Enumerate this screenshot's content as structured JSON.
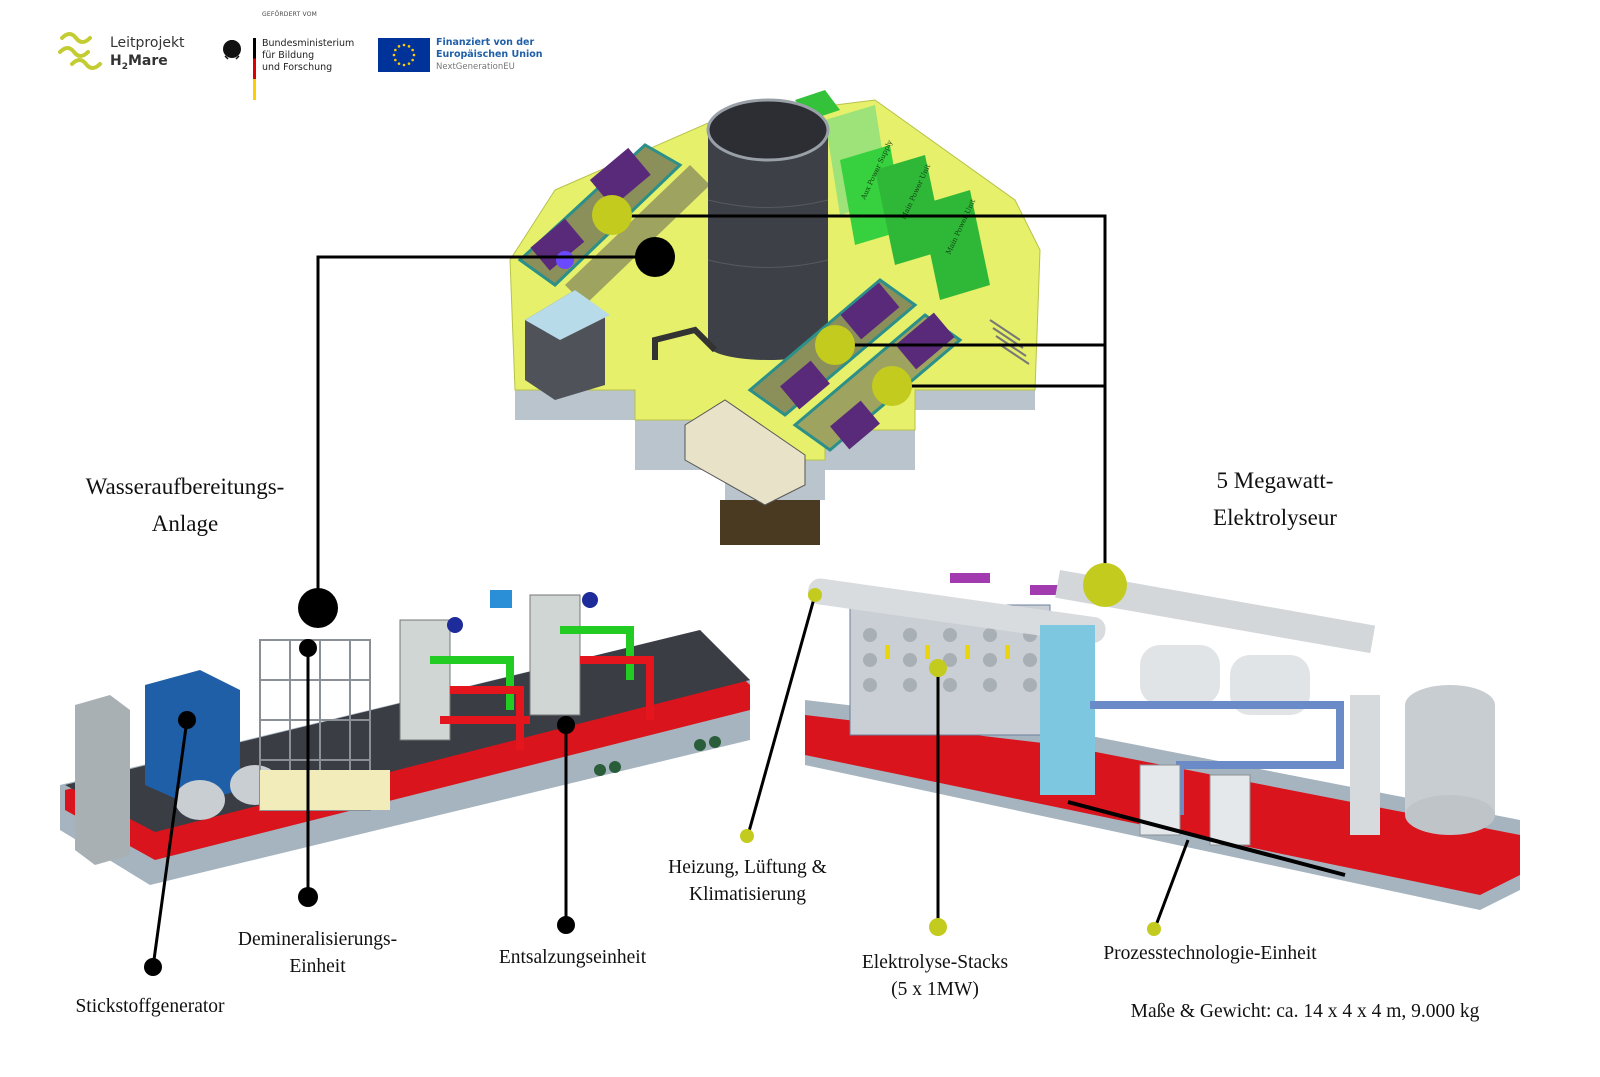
{
  "logos": {
    "h2mare": {
      "line1": "Leitprojekt",
      "line2_prefix": "H",
      "line2_sub": "2",
      "line2_suffix": "Mare"
    },
    "bmbf": {
      "funded_by": "GEFÖRDERT VOM",
      "line1": "Bundesministerium",
      "line2": "für Bildung",
      "line3": "und Forschung"
    },
    "eu": {
      "line1": "Finanziert von der",
      "line2": "Europäischen Union",
      "line3": "NextGenerationEU"
    }
  },
  "platform": {
    "containers": [
      "Aux Power Supply",
      "Main Power Unit",
      "Main Power Unit"
    ]
  },
  "sections": {
    "water_treatment": {
      "title_line1": "Wasseraufbereitungs-",
      "title_line2": "Anlage"
    },
    "electrolyser": {
      "title_line1": "5 Megawatt-",
      "title_line2": "Elektrolyseur"
    }
  },
  "components": {
    "nitrogen_generator": "Stickstoffgenerator",
    "demineralization": {
      "line1": "Demineralisierungs-",
      "line2": "Einheit"
    },
    "desalination": "Entsalzungseinheit",
    "hvac": {
      "line1": "Heizung, Lüftung &",
      "line2": "Klimatisierung"
    },
    "stacks": {
      "line1": "Elektrolyse-Stacks",
      "line2": "(5 x 1MW)"
    },
    "process_unit": "Prozesstechnologie-Einheit"
  },
  "specs": {
    "dimensions_weight": "Maße & Gewicht: ca. 14 x 4 x 4 m, 9.000 kg"
  },
  "colors": {
    "marker_lime": "#c3cb1e",
    "marker_black": "#000000",
    "deck_yellow": "#e9f26a",
    "container_green": "#33c23a",
    "skid_red": "#d9141c",
    "tower_grey": "#3d4046"
  }
}
